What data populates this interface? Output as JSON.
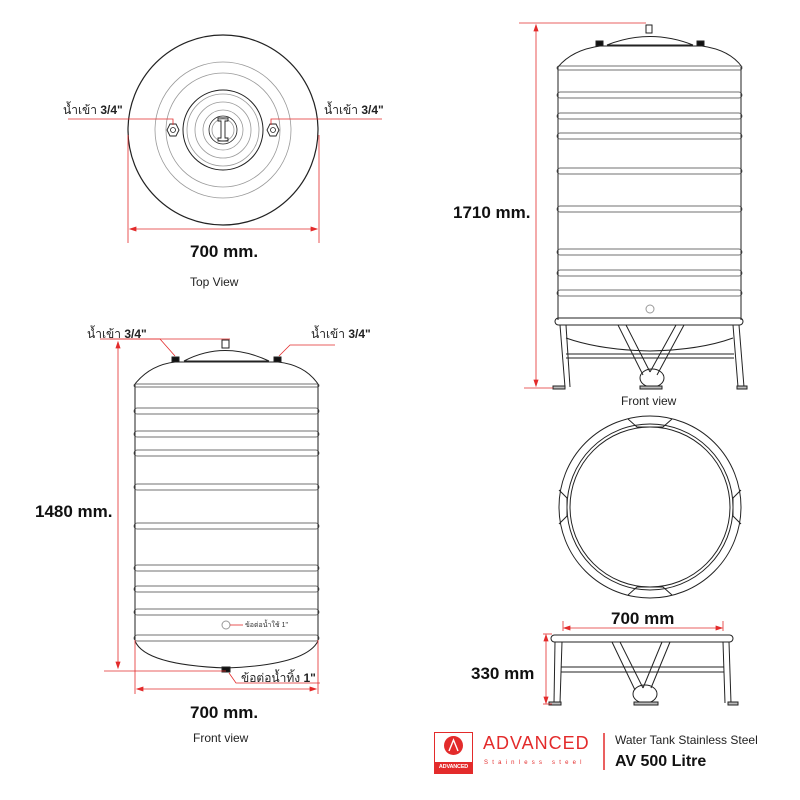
{
  "top_view": {
    "inlet_left_label": "น้ำเข้า",
    "inlet_left_size": "3/4\"",
    "inlet_right_label": "น้ำเข้า",
    "inlet_right_size": "3/4\"",
    "width_dim": "700 mm.",
    "caption": "Top View"
  },
  "front_view_tank": {
    "inlet_left_label": "น้ำเข้า",
    "inlet_left_size": "3/4\"",
    "inlet_right_label": "น้ำเข้า",
    "inlet_right_size": "3/4\"",
    "height_dim": "1480 mm.",
    "outlet_label": "ข้อต่อน้ำใช้ 1\"",
    "drain_label": "ข้อต่อน้ำทิ้ง",
    "drain_size": "1\"",
    "width_dim": "700 mm.",
    "caption": "Front view"
  },
  "front_view_stand": {
    "height_dim": "1710 mm.",
    "caption": "Front view"
  },
  "stand_detail": {
    "width_dim": "700 mm",
    "height_dim": "330 mm"
  },
  "branding": {
    "logo_text": "ADVANCED",
    "brand_name": "ADVANCED",
    "brand_sub": "Stainless steel",
    "product_line": "Water Tank Stainless Steel",
    "model": "AV 500 Litre",
    "accent_color": "#e32b2b"
  }
}
